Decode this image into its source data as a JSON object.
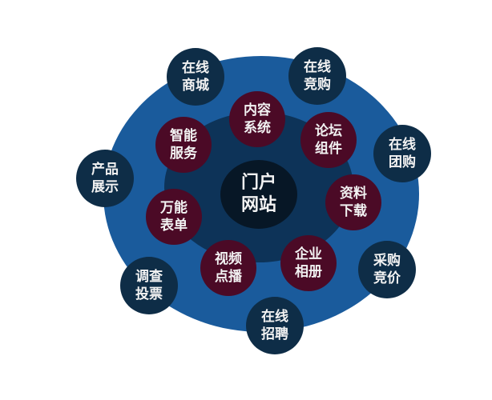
{
  "colors": {
    "outer_ring": "#1a5b9c",
    "inner_ring": "#0d3358",
    "center": "#071726",
    "inner_nodes": "#4b0a26",
    "outer_nodes": "#0e2d47"
  },
  "center": {
    "label": "门户网站"
  },
  "inner_nodes": [
    {
      "label": "内容系统"
    },
    {
      "label": "论坛组件"
    },
    {
      "label": "智能服务"
    },
    {
      "label": "资料下载"
    },
    {
      "label": "万能表单"
    },
    {
      "label": "视频点播"
    },
    {
      "label": "企业相册"
    }
  ],
  "outer_nodes": [
    {
      "label": "在线商城"
    },
    {
      "label": "在线竞购"
    },
    {
      "label": "在线团购"
    },
    {
      "label": "产品展示"
    },
    {
      "label": "采购竞价"
    },
    {
      "label": "调查投票"
    },
    {
      "label": "在线招聘"
    }
  ]
}
